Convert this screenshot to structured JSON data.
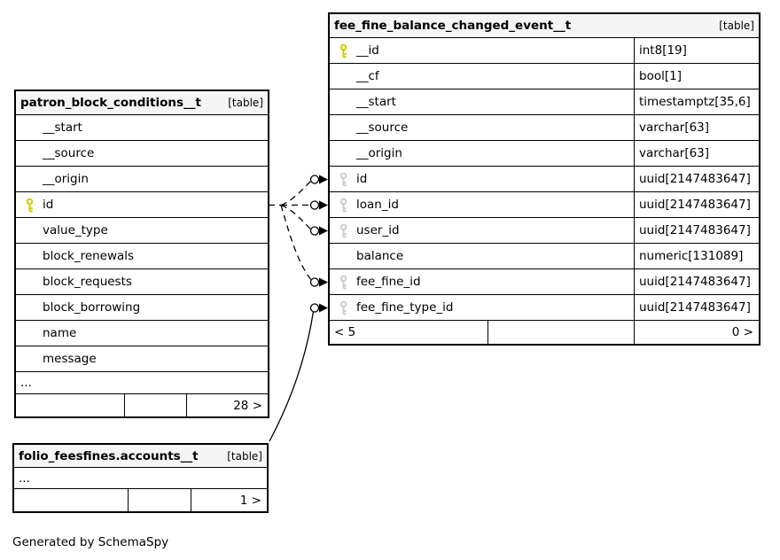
{
  "page": {
    "footer_note": "Generated by SchemaSpy"
  },
  "colors": {
    "primary_key_icon": "#cccc00",
    "foreign_key_icon": "#cccccc",
    "header_background": "#f5f5f5",
    "border": "#000000",
    "background": "#ffffff"
  },
  "tables": {
    "patron": {
      "title": "patron_block_conditions__t",
      "type_label": "[table]",
      "columns": [
        {
          "name": "__start",
          "key": "none"
        },
        {
          "name": "__source",
          "key": "none"
        },
        {
          "name": "__origin",
          "key": "none"
        },
        {
          "name": "id",
          "key": "primary"
        },
        {
          "name": "value_type",
          "key": "none"
        },
        {
          "name": "block_renewals",
          "key": "none"
        },
        {
          "name": "block_requests",
          "key": "none"
        },
        {
          "name": "block_borrowing",
          "key": "none"
        },
        {
          "name": "name",
          "key": "none"
        },
        {
          "name": "message",
          "key": "none"
        }
      ],
      "ellipsis": "...",
      "footer": {
        "left": "",
        "mid": "",
        "right": "28 >"
      }
    },
    "fee_fine_event": {
      "title": "fee_fine_balance_changed_event__t",
      "type_label": "[table]",
      "columns": [
        {
          "name": "__id",
          "type": "int8[19]",
          "key": "primary"
        },
        {
          "name": "__cf",
          "type": "bool[1]",
          "key": "none"
        },
        {
          "name": "__start",
          "type": "timestamptz[35,6]",
          "key": "none"
        },
        {
          "name": "__source",
          "type": "varchar[63]",
          "key": "none"
        },
        {
          "name": "__origin",
          "type": "varchar[63]",
          "key": "none"
        },
        {
          "name": "id",
          "type": "uuid[2147483647]",
          "key": "foreign"
        },
        {
          "name": "loan_id",
          "type": "uuid[2147483647]",
          "key": "foreign"
        },
        {
          "name": "user_id",
          "type": "uuid[2147483647]",
          "key": "foreign"
        },
        {
          "name": "balance",
          "type": "numeric[131089]",
          "key": "none"
        },
        {
          "name": "fee_fine_id",
          "type": "uuid[2147483647]",
          "key": "foreign"
        },
        {
          "name": "fee_fine_type_id",
          "type": "uuid[2147483647]",
          "key": "foreign"
        }
      ],
      "footer": {
        "left": "< 5",
        "mid": "",
        "right": "0 >"
      }
    },
    "accounts": {
      "title": "folio_feesfines.accounts__t",
      "type_label": "[table]",
      "ellipsis": "...",
      "footer": {
        "left": "",
        "mid": "",
        "right": "1 >"
      }
    }
  },
  "relationships": [
    {
      "from": "patron_block_conditions__t.id",
      "to": "fee_fine_balance_changed_event__t.id",
      "style": "dashed"
    },
    {
      "from": "patron_block_conditions__t.id",
      "to": "fee_fine_balance_changed_event__t.loan_id",
      "style": "dashed"
    },
    {
      "from": "patron_block_conditions__t.id",
      "to": "fee_fine_balance_changed_event__t.user_id",
      "style": "dashed"
    },
    {
      "from": "patron_block_conditions__t.id",
      "to": "fee_fine_balance_changed_event__t.fee_fine_id",
      "style": "dashed"
    },
    {
      "from": "folio_feesfines.accounts__t",
      "to": "fee_fine_balance_changed_event__t.fee_fine_type_id",
      "style": "solid"
    }
  ]
}
